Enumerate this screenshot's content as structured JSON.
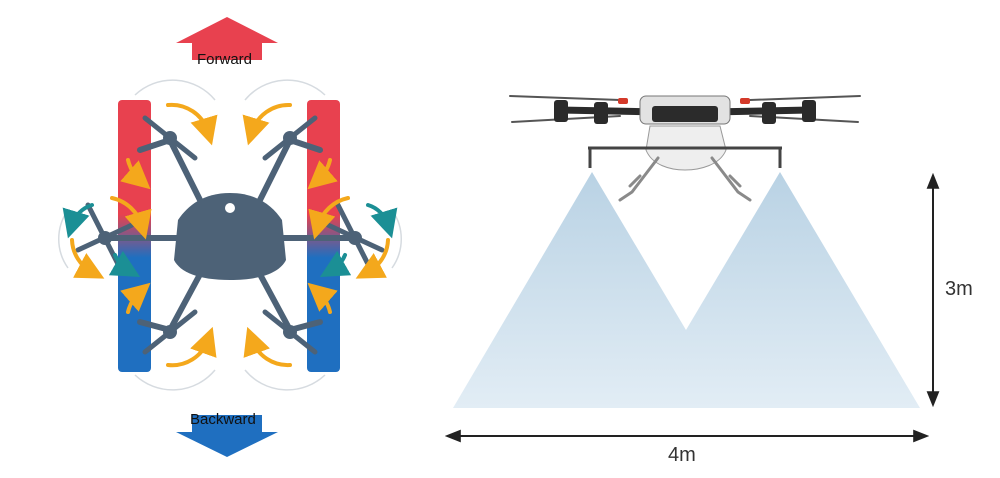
{
  "left_diagram": {
    "forward_label": "Forward",
    "backward_label": "Backward",
    "colors": {
      "forward": "#e8414f",
      "backward": "#1f6fc0",
      "body": "#4d6277",
      "rotation_arrow": "#f4a81c",
      "rotation_arrow_alt": "#1b8f95"
    }
  },
  "right_diagram": {
    "height_label": "3m",
    "width_label": "4m",
    "colors": {
      "spray": "#cfe0ec",
      "drone_frame": "#2b2b2b",
      "tank": "#eeeeee",
      "dimension_line": "#222222"
    }
  }
}
